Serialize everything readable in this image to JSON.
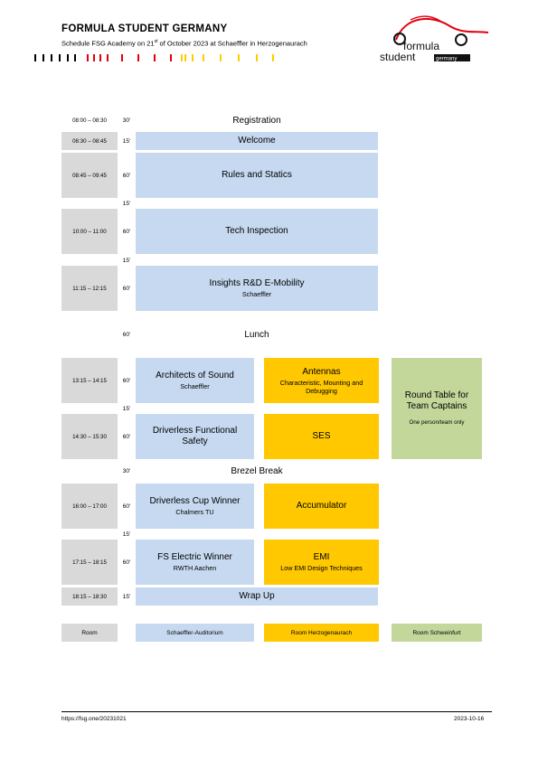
{
  "header": {
    "org_title": "FORMULA STUDENT GERMANY",
    "subtitle_pre": "Schedule FSG Academy on 21",
    "subtitle_sup": "st",
    "subtitle_post": " of October 2023 at Schaeffler in Herzogenaurach",
    "logo_word1": "formula",
    "logo_word2": "student",
    "logo_word3": "germany"
  },
  "colors": {
    "time_cell": "#d9d9d9",
    "schaeffler_auditorium": "#c6d9f0",
    "room_herzogenaurach": "#ffc800",
    "room_schweinfurt": "#c4d79b"
  },
  "schedule": {
    "registration": {
      "time": "08:00 – 08:30",
      "duration": "30'",
      "label": "Registration"
    },
    "welcome": {
      "time": "08:30 – 08:45",
      "duration": "15'",
      "label": "Welcome"
    },
    "rules": {
      "time": "08:45 – 09:45",
      "duration": "60'",
      "label": "Rules and Statics"
    },
    "gap1": {
      "duration": "15'"
    },
    "tech": {
      "time": "10:00 – 11:00",
      "duration": "60'",
      "label": "Tech Inspection"
    },
    "gap2": {
      "duration": "15'"
    },
    "insights": {
      "time": "11:15 – 12:15",
      "duration": "60'",
      "label": "Insights R&D E-Mobility",
      "sub": "Schaeffler"
    },
    "lunch": {
      "duration": "60'",
      "label": "Lunch"
    },
    "s1": {
      "time": "13:15 – 14:15",
      "duration": "60'",
      "blue_label": "Architects of Sound",
      "blue_sub": "Schaeffler",
      "gold_label": "Antennas",
      "gold_sub": "Characteristic, Mounting and Debugging"
    },
    "gap3": {
      "duration": "15'"
    },
    "roundtable": {
      "label_line1": "Round Table for",
      "label_line2": "Team Captains",
      "note": "One person/team only"
    },
    "s2": {
      "time": "14:30 – 15:30",
      "duration": "60'",
      "blue_line1": "Driverless Functional",
      "blue_line2": "Safety",
      "gold_label": "SES"
    },
    "brezel": {
      "duration": "30'",
      "label": "Brezel Break"
    },
    "s3": {
      "time": "16:00 – 17:00",
      "duration": "60'",
      "blue_label": "Driverless Cup Winner",
      "blue_sub": "Chalmers TU",
      "gold_label": "Accumulator"
    },
    "gap4": {
      "duration": "15'"
    },
    "s4": {
      "time": "17:15 – 18:15",
      "duration": "60'",
      "blue_label": "FS Electric Winner",
      "blue_sub": "RWTH Aachen",
      "gold_label": "EMI",
      "gold_sub": "Low EMI Design Techniques"
    },
    "wrapup": {
      "time": "18:15 – 18:30",
      "duration": "15'",
      "label": "Wrap Up"
    }
  },
  "legend": {
    "room": "Room",
    "blue": "Schaeffler-Auditorium",
    "gold": "Room  Herzogenaurach",
    "green": "Room Schweinfurt"
  },
  "footer": {
    "url": "https://fsg.one/20231021",
    "date": "2023-10-16"
  }
}
